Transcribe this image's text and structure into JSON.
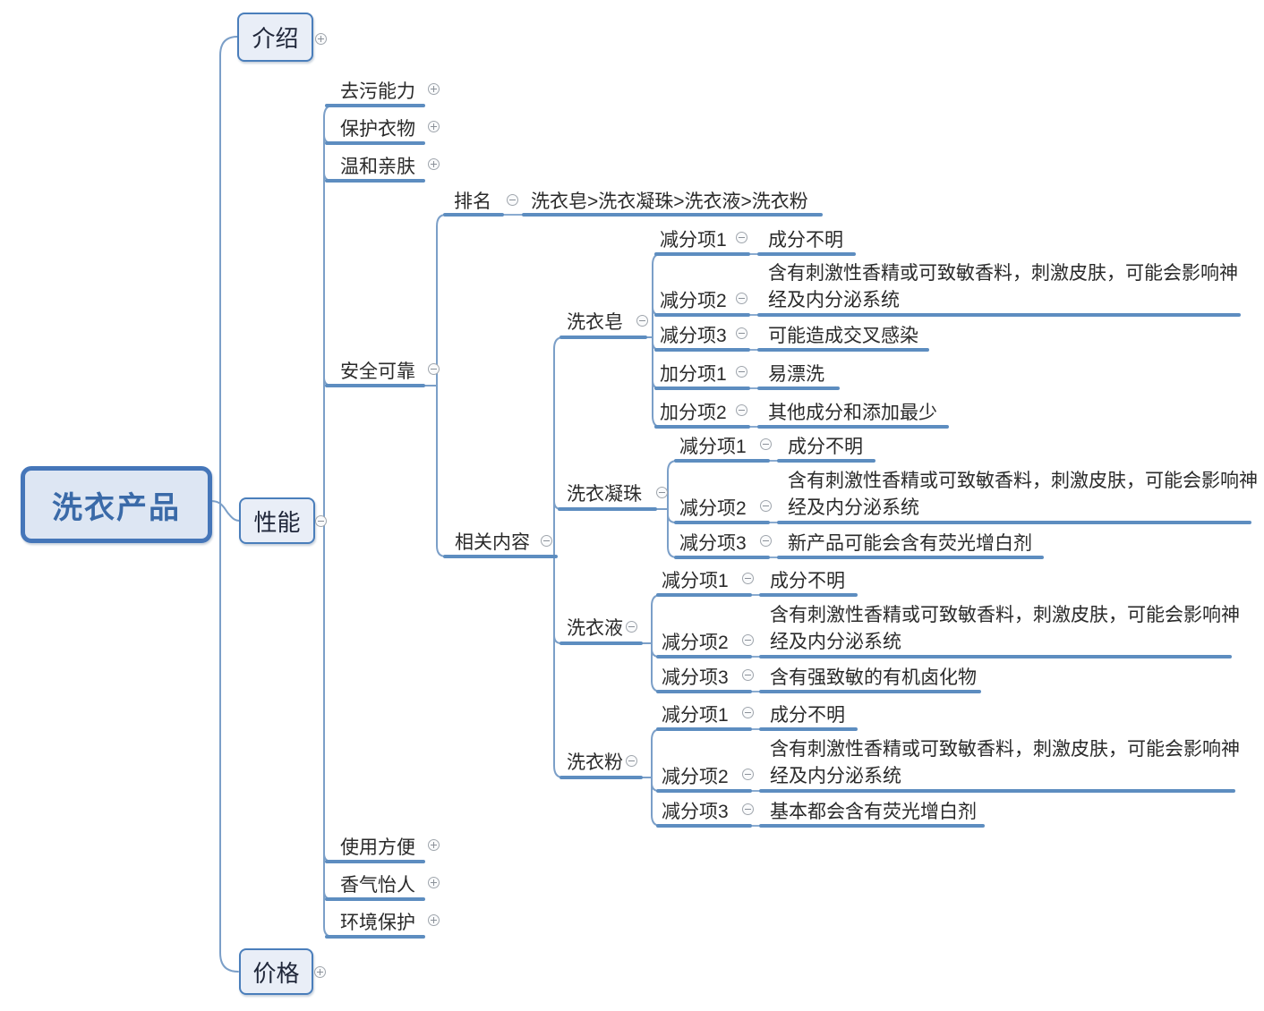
{
  "map": {
    "root": {
      "label": "洗衣产品"
    },
    "intro": {
      "label": "介绍"
    },
    "performance": {
      "label": "性能",
      "stain": {
        "label": "去污能力"
      },
      "protect": {
        "label": "保护衣物"
      },
      "gentle": {
        "label": "温和亲肤"
      },
      "safe": {
        "label": "安全可靠",
        "ranking": {
          "label": "排名",
          "value": "洗衣皂>洗衣凝珠>洗衣液>洗衣粉"
        },
        "related": {
          "label": "相关内容",
          "soap": {
            "label": "洗衣皂",
            "items": [
              {
                "label": "减分项1",
                "value": "成分不明"
              },
              {
                "label": "减分项2",
                "value": "含有刺激性香精或可致敏香料，刺激皮肤，可能会影响神经及内分泌系统"
              },
              {
                "label": "减分项3",
                "value": "可能造成交叉感染"
              },
              {
                "label": "加分项1",
                "value": "易漂洗"
              },
              {
                "label": "加分项2",
                "value": "其他成分和添加最少"
              }
            ]
          },
          "pods": {
            "label": "洗衣凝珠",
            "items": [
              {
                "label": "减分项1",
                "value": "成分不明"
              },
              {
                "label": "减分项2",
                "value": "含有刺激性香精或可致敏香料，刺激皮肤，可能会影响神经及内分泌系统"
              },
              {
                "label": "减分项3",
                "value": "新产品可能会含有荧光增白剂"
              }
            ]
          },
          "liquid": {
            "label": "洗衣液",
            "items": [
              {
                "label": "减分项1",
                "value": "成分不明"
              },
              {
                "label": "减分项2",
                "value": "含有刺激性香精或可致敏香料，刺激皮肤，可能会影响神经及内分泌系统"
              },
              {
                "label": "减分项3",
                "value": "含有强致敏的有机卤化物"
              }
            ]
          },
          "powder": {
            "label": "洗衣粉",
            "items": [
              {
                "label": "减分项1",
                "value": "成分不明"
              },
              {
                "label": "减分项2",
                "value": "含有刺激性香精或可致敏香料，刺激皮肤，可能会影响神经及内分泌系统"
              },
              {
                "label": "减分项3",
                "value": "基本都会含有荧光增白剂"
              }
            ]
          }
        }
      },
      "easy": {
        "label": "使用方便"
      },
      "scent": {
        "label": "香气怡人"
      },
      "env": {
        "label": "环境保护"
      }
    },
    "price": {
      "label": "价格"
    },
    "icons": {
      "expand": "plus-in-circle",
      "collapse": "minus-in-circle"
    },
    "colors": {
      "connector": "#7b9fc8",
      "underline": "#5d8dc0",
      "root_border": "#4576b9",
      "root_fill": "#dde6f3",
      "root_text": "#3a6aa8",
      "box_border": "#4a7ebb",
      "box_fill": "#e9eef7",
      "text": "#2a2a2a"
    }
  }
}
